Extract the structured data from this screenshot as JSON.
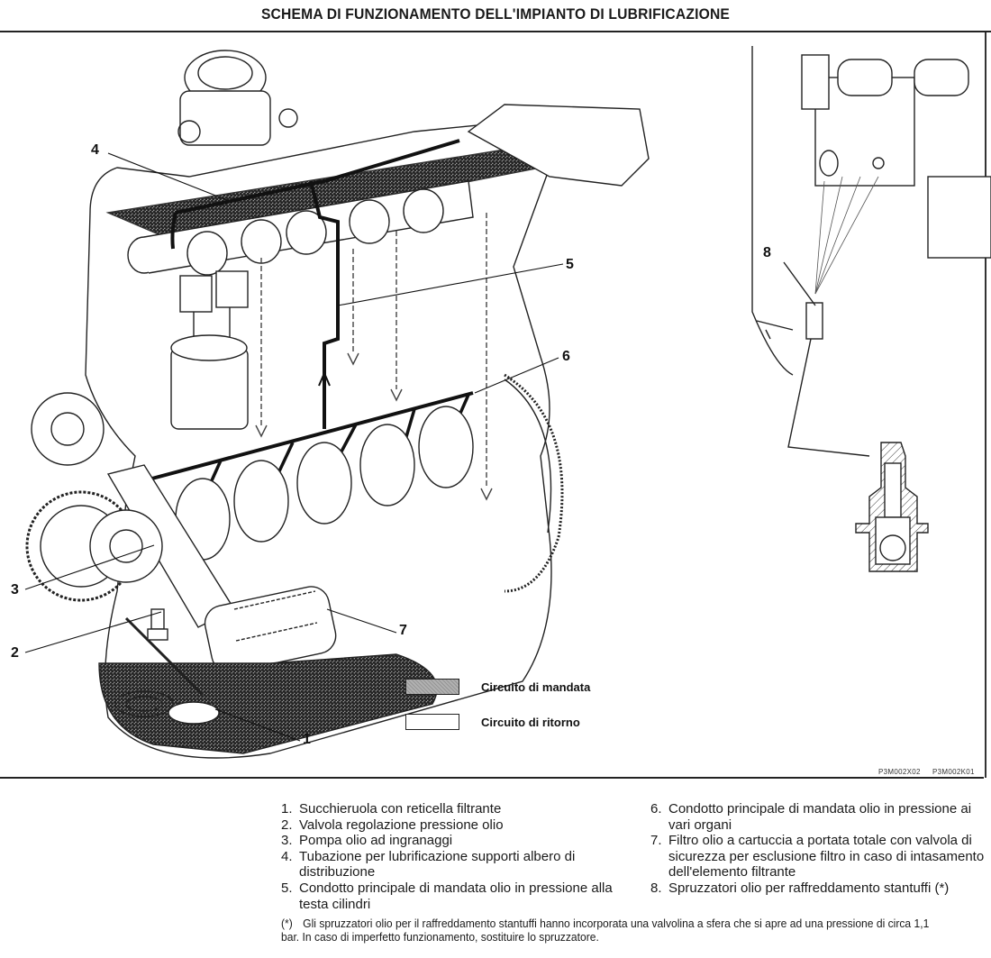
{
  "title": "SCHEMA DI FUNZIONAMENTO DELL'IMPIANTO DI LUBRIFICAZIONE",
  "callouts": [
    "1",
    "2",
    "3",
    "4",
    "5",
    "6",
    "7",
    "8"
  ],
  "legend": [
    {
      "pattern": "stippled",
      "label": "Circuito di mandata"
    },
    {
      "pattern": "blank",
      "label": "Circuito di ritorno"
    }
  ],
  "figure_codes": [
    "P3M002X02",
    "P3M002K01"
  ],
  "parts_left": [
    {
      "num": "1.",
      "text": "Succhieruola con reticella filtrante"
    },
    {
      "num": "2.",
      "text": "Valvola regolazione pressione olio"
    },
    {
      "num": "3.",
      "text": "Pompa olio ad ingranaggi"
    },
    {
      "num": "4.",
      "text": "Tubazione per lubrificazione supporti albero di distribuzione"
    },
    {
      "num": "5.",
      "text": "Condotto principale di mandata olio in pressione alla testa cilindri"
    }
  ],
  "parts_right": [
    {
      "num": "6.",
      "text": "Condotto principale di mandata olio in pressione ai vari organi"
    },
    {
      "num": "7.",
      "text": "Filtro olio a cartuccia a portata totale con valvola di sicurezza per esclusione filtro in caso di intasamento dell'elemento filtrante"
    },
    {
      "num": "8.",
      "text": "Spruzzatori olio per raffreddamento stantuffi (*)"
    }
  ],
  "footnote": {
    "mark": "(*)",
    "text": "Gli spruzzatori olio per il raffreddamento stantuffi hanno incorporata una valvolina a sfera che si apre ad una pressione di circa 1,1 bar. In caso di imperfetto funzionamento, sostituire lo spruzzatore."
  }
}
